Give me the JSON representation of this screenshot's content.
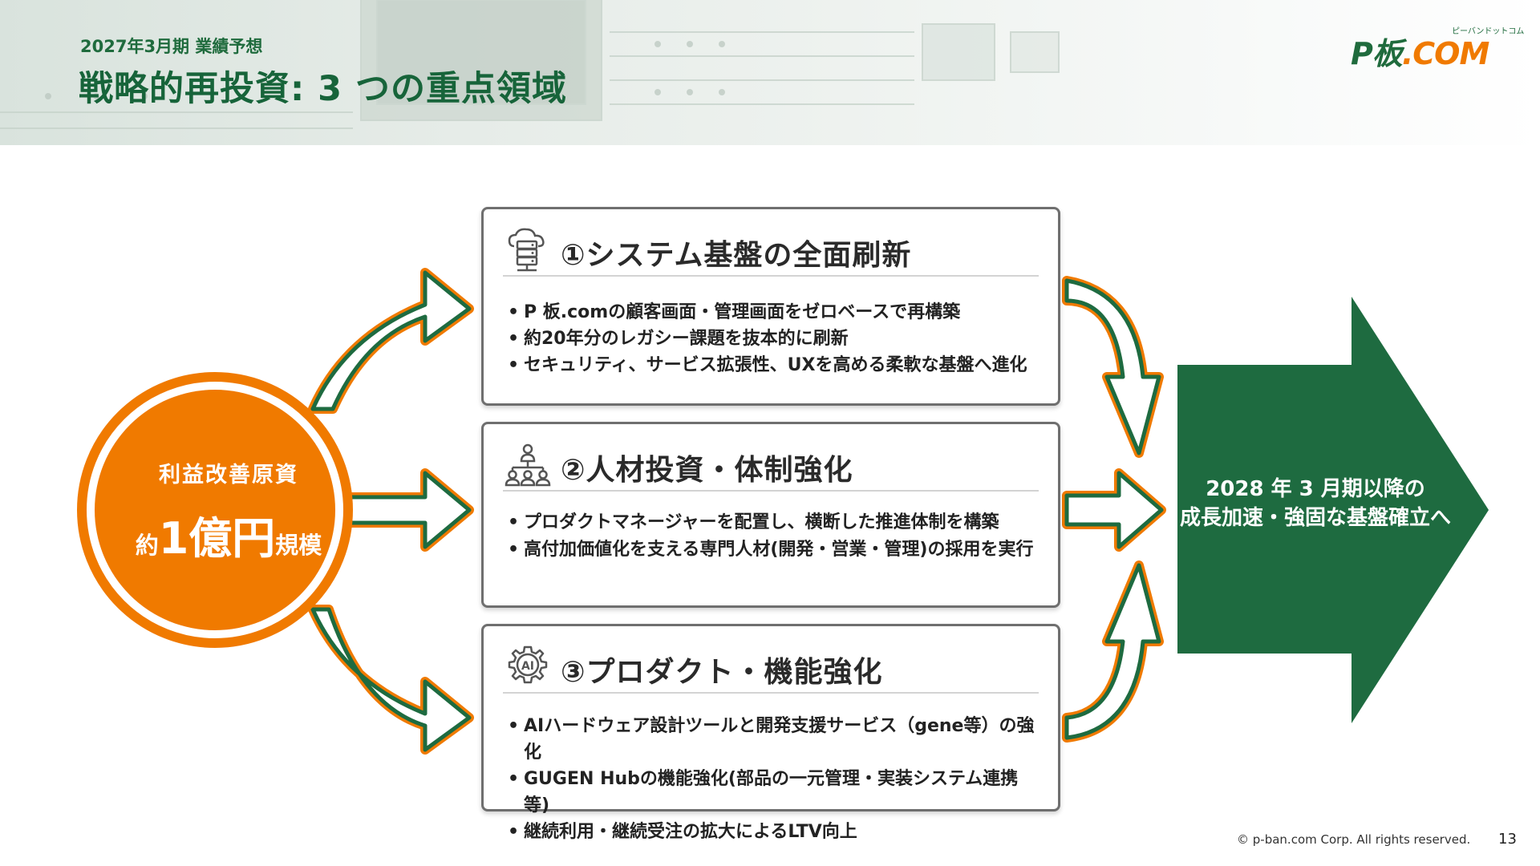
{
  "header": {
    "subtitle": "2027年3月期 業績予想",
    "title": "戦略的再投資: 3 つの重点領域"
  },
  "logo": {
    "main": "P板",
    "dot": ".",
    "com": "COM",
    "kana": "ピーバンドットコム"
  },
  "source": {
    "line1": "利益改善原資",
    "prefix": "約",
    "amount": "1億円",
    "suffix": "規模"
  },
  "areas": [
    {
      "title": "①システム基盤の全面刷新",
      "icon": "cloud-server-icon",
      "bullets": [
        "P 板.comの顧客画面・管理画面をゼロベースで再構築",
        "約20年分のレガシー課題を抜本的に刷新",
        "セキュリティ、サービス拡張性、UXを高める柔軟な基盤へ進化"
      ]
    },
    {
      "title": "②人材投資・体制強化",
      "icon": "team-network-icon",
      "bullets": [
        "プロダクトマネージャーを配置し、横断した推進体制を構築",
        "高付加価値化を支える専門人材(開発・営業・管理)の採用を実行"
      ]
    },
    {
      "title": "③プロダクト・機能強化",
      "icon": "ai-gear-icon",
      "bullets": [
        "AIハードウェア設計ツールと開発支援サービス（gene等）の強化",
        "GUGEN Hubの機能強化(部品の一元管理・実装システム連携等)",
        "継続利用・継続受注の拡大によるLTV向上"
      ]
    }
  ],
  "result": {
    "line1": "2028 年 3 月期以降の",
    "line2": "成長加速・強固な基盤確立へ"
  },
  "colors": {
    "brand_green": "#17643a",
    "arrow_green": "#1e6b40",
    "accent_orange": "#f07a00"
  },
  "footer": {
    "copyright": "© p-ban.com Corp. All rights reserved.",
    "page": "13"
  }
}
